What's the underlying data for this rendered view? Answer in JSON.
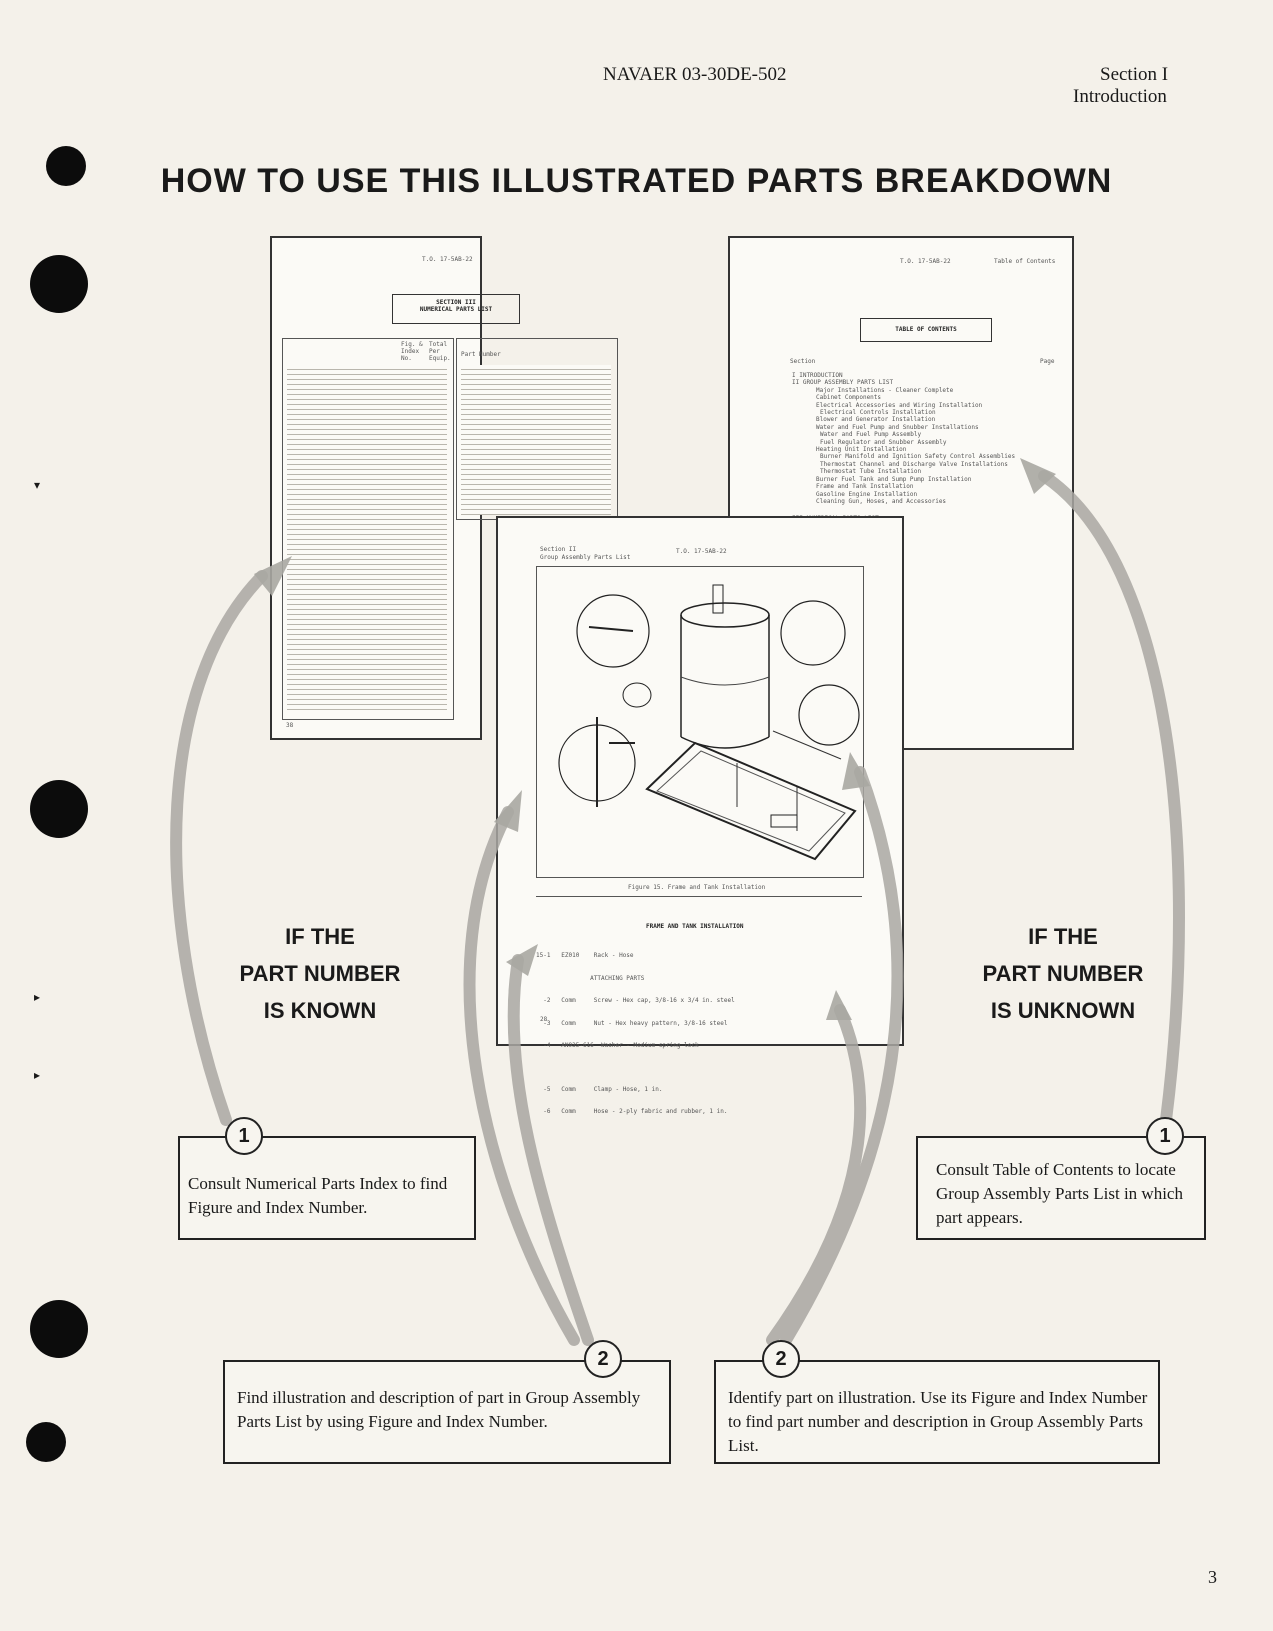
{
  "header": {
    "doc_number": "NAVAER 03-30DE-502",
    "section": "Section I",
    "subsection": "Introduction"
  },
  "title": "HOW TO USE THIS ILLUSTRATED PARTS BREAKDOWN",
  "known": {
    "caption": [
      "IF THE",
      "PART NUMBER",
      "IS KNOWN"
    ],
    "step1": {
      "number": "1",
      "text": "Consult Numerical Parts Index to find Figure and Index Number."
    },
    "step2": {
      "number": "2",
      "text": "Find illustration and description of part in Group Assembly Parts List by using Figure and Index Number."
    }
  },
  "unknown": {
    "caption": [
      "IF THE",
      "PART NUMBER",
      "IS UNKNOWN"
    ],
    "step1": {
      "number": "1",
      "text": "Consult Table of Contents to locate Group Assembly Parts List in which part appears."
    },
    "step2": {
      "number": "2",
      "text": "Identify part on illustration. Use its Figure and Index Number to find part number and description in Group Assembly Parts List."
    }
  },
  "thumb_numerical": {
    "doc": "T.O. 17-5AB-22",
    "heading": [
      "SECTION III",
      "NUMERICAL PARTS LIST"
    ],
    "col_headers": [
      "Part Number",
      "Fig. & Index No.",
      "Total Per Equip."
    ],
    "page": "38"
  },
  "thumb_toc": {
    "doc": "T.O. 17-5AB-22",
    "corner": "Table of Contents",
    "heading": "TABLE OF CONTENTS",
    "col_section": "Section",
    "col_page": "Page",
    "entries": [
      "I   INTRODUCTION",
      "II  GROUP ASSEMBLY PARTS LIST",
      "Major Installations - Cleaner Complete",
      "Cabinet Components",
      "Electrical Accessories and Wiring Installation",
      "Electrical Controls Installation",
      "Blower and Generator Installation",
      "Water and Fuel Pump and Snubber Installations",
      "Water and Fuel Pump Assembly",
      "Fuel Regulator and Snubber Assembly",
      "Heating Unit Installation",
      "Burner Manifold and Ignition Safety Control Assemblies",
      "Thermostat Channel and Discharge Valve Installations",
      "Thermostat Tube Installation",
      "Burner Fuel Tank and Sump Pump Installation",
      "Frame and Tank Installation",
      "Gasoline Engine Installation",
      "Cleaning Gun, Hoses, and Accessories",
      "III NUMERICAL PARTS LIST"
    ]
  },
  "thumb_group": {
    "header_left": "Section II",
    "header_left2": "Group Assembly Parts List",
    "doc": "T.O. 17-5AB-22",
    "figure_caption": "Figure 15.  Frame and Tank Installation",
    "table_heading": "FRAME AND TANK INSTALLATION",
    "rows": [
      "15-1   EZ010    Rack - Hose",
      "               ATTACHING PARTS",
      "  -2   Comm     Screw - Hex cap, 3/8-16 x 3/4 in. steel",
      "  -3   Comm     Nut - Hex heavy pattern, 3/8-16 steel",
      "  -4   AN935-616  Washer - Medium spring lock",
      "  -5   Comm     Clamp - Hose, 1 in.",
      "  -6   Comm     Hose - 2-ply fabric and rubber, 1 in."
    ],
    "page": "28"
  },
  "page_number": "3"
}
